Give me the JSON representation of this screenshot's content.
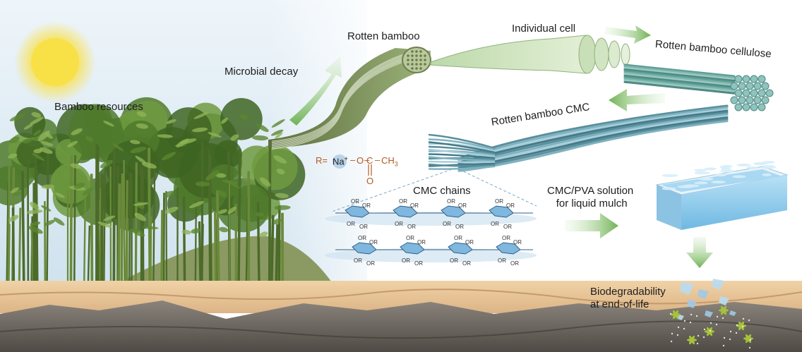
{
  "labels": {
    "bamboo_resources": "Bamboo resources",
    "microbial_decay": "Microbial decay",
    "rotten_bamboo": "Rotten bamboo",
    "individual_cell": "Individual cell",
    "rotten_bamboo_cellulose": "Rotten bamboo cellulose",
    "rotten_bamboo_cmc": "Rotten bamboo CMC",
    "cmc_chains": "CMC chains",
    "cmc_pva_line1": "CMC/PVA solution",
    "cmc_pva_line2": "for liquid mulch",
    "biodeg_line1": "Biodegradability",
    "biodeg_line2": "at end-of-life"
  },
  "formula": {
    "r_equals": "R=",
    "na": "Na",
    "plus": "+",
    "o_single": "O",
    "c": "C",
    "ch3": "CH",
    "ch3_sub": "3",
    "o_double": "O"
  },
  "chain_labels": {
    "substituent": "OR"
  },
  "colors": {
    "sky": "#dbe9f3",
    "sun": "#f7e24a",
    "bamboo_dark": "#3f5f22",
    "bamboo_light": "#7fa347",
    "fiber": "#8fae7c",
    "cellulose": "#6fa59a",
    "cmc_fiber": "#8fbccc",
    "arrow_green": "#86c26a",
    "soil_top": "#e8c79a",
    "soil_mid": "#c8a277",
    "soil_dark": "#6a6560",
    "water": "#8cc7ea",
    "formula_brown": "#b35a1f"
  }
}
